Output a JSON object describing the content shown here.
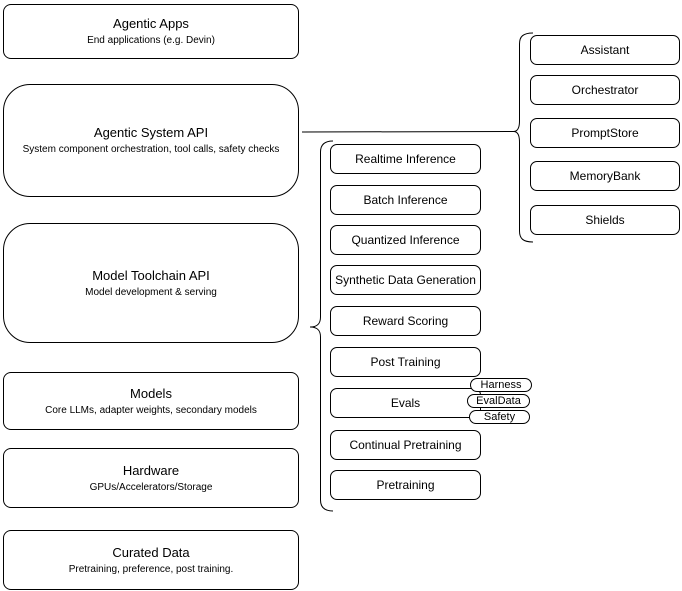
{
  "left_stack": [
    {
      "title": "Agentic Apps",
      "subtitle": "End applications (e.g. Devin)"
    },
    {
      "title": "Agentic System API",
      "subtitle": "System component orchestration, tool calls, safety checks"
    },
    {
      "title": "Model Toolchain API",
      "subtitle": "Model development & serving"
    },
    {
      "title": "Models",
      "subtitle": "Core LLMs, adapter weights, secondary models"
    },
    {
      "title": "Hardware",
      "subtitle": "GPUs/Accelerators/Storage"
    },
    {
      "title": "Curated Data",
      "subtitle": "Pretraining, preference, post training."
    }
  ],
  "toolchain_items": [
    "Realtime Inference",
    "Batch Inference",
    "Quantized Inference",
    "Synthetic Data Generation",
    "Reward Scoring",
    "Post Training",
    "Evals",
    "Continual Pretraining",
    "Pretraining"
  ],
  "evals_tags": [
    "Harness",
    "EvalData",
    "Safety"
  ],
  "system_components": [
    "Assistant",
    "Orchestrator",
    "PromptStore",
    "MemoryBank",
    "Shields"
  ],
  "colors": {
    "stroke": "#000000",
    "fill": "#ffffff",
    "text": "#000000"
  }
}
